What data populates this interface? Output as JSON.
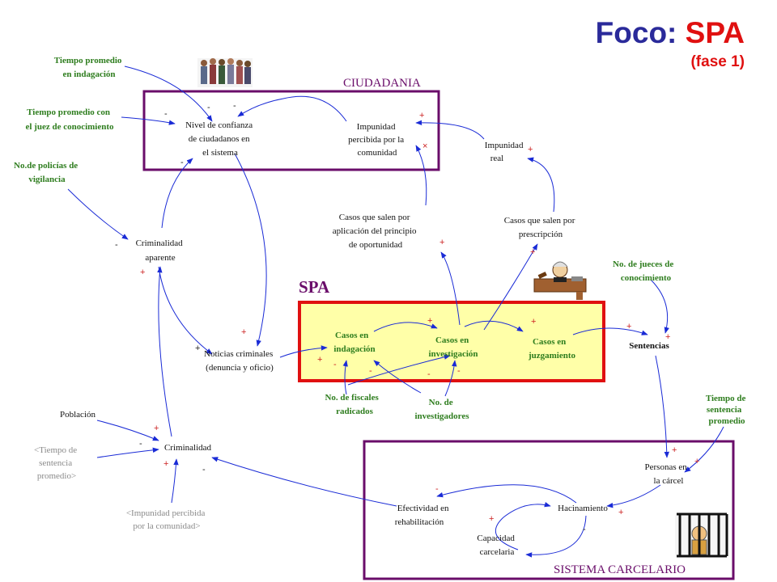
{
  "title": {
    "prefix": "Foco: ",
    "focus": "SPA",
    "phase": "(fase 1)"
  },
  "colors": {
    "arrow": "#1a2bd6",
    "box_border": "#6a0d6a",
    "spa_border": "#e01010",
    "spa_fill": "#ffffa8",
    "green": "#2e7d1e",
    "gray": "#8a8a8a"
  },
  "boxes": {
    "ciudadania": "CIUDADANIA",
    "spa": "SPA",
    "carcelario": "SISTEMA CARCELARIO"
  },
  "icons": {
    "people": "people-crowd-icon",
    "judge": "judge-icon",
    "prisoner": "prisoner-behind-bars-icon"
  },
  "variables": {
    "tiempo_indagacion": [
      "Tiempo promedio",
      "en indagación"
    ],
    "tiempo_juez": [
      "Tiempo promedio con",
      "el juez de conocimiento"
    ],
    "policias": [
      "No.de policías de",
      "vigilancia"
    ],
    "confianza": [
      "Nivel de confianza",
      "de ciudadanos en",
      "el sistema"
    ],
    "impunidad_percibida": [
      "Impunidad",
      "percibida por la",
      "comunidad"
    ],
    "impunidad_real": [
      "Impunidad",
      "real"
    ],
    "principio_oportunidad": [
      "Casos que salen por",
      "aplicación del principio",
      "de oportunidad"
    ],
    "prescripcion": [
      "Casos que salen por",
      "prescripción"
    ],
    "jueces": [
      "No. de jueces de",
      "conocimiento"
    ],
    "criminalidad_aparente": [
      "Criminalidad",
      "aparente"
    ],
    "noticias": [
      "Noticias criminales",
      "(denuncia y oficio)"
    ],
    "casos_indagacion": [
      "Casos en",
      "indagación"
    ],
    "casos_investigacion": [
      "Casos en",
      "investigación"
    ],
    "casos_juzgamiento": [
      "Casos en",
      "juzgamiento"
    ],
    "sentencias": [
      "Sentencias"
    ],
    "fiscales": [
      "No. de fiscales",
      "radicados"
    ],
    "investigadores": [
      "No. de",
      "investigadores"
    ],
    "tiempo_sentencia": [
      "Tiempo de",
      "sentencia",
      "promedio"
    ],
    "poblacion": [
      "Población"
    ],
    "criminalidad": [
      "Criminalidad"
    ],
    "tiempo_sentencia_shadow": [
      "<Tiempo de",
      "sentencia",
      "promedio>"
    ],
    "impunidad_shadow": [
      "<Impunidad percibida",
      "por la comunidad>"
    ],
    "personas_carcel": [
      "Personas en",
      "la cárcel"
    ],
    "efectividad": [
      "Efectividad en",
      "rehabilitación"
    ],
    "hacinamiento": [
      "Hacinamiento"
    ],
    "capacidad": [
      "Capacidad",
      "carcelaria"
    ]
  },
  "signs": {
    "plus": "+",
    "minus": "-",
    "cross": "×"
  }
}
